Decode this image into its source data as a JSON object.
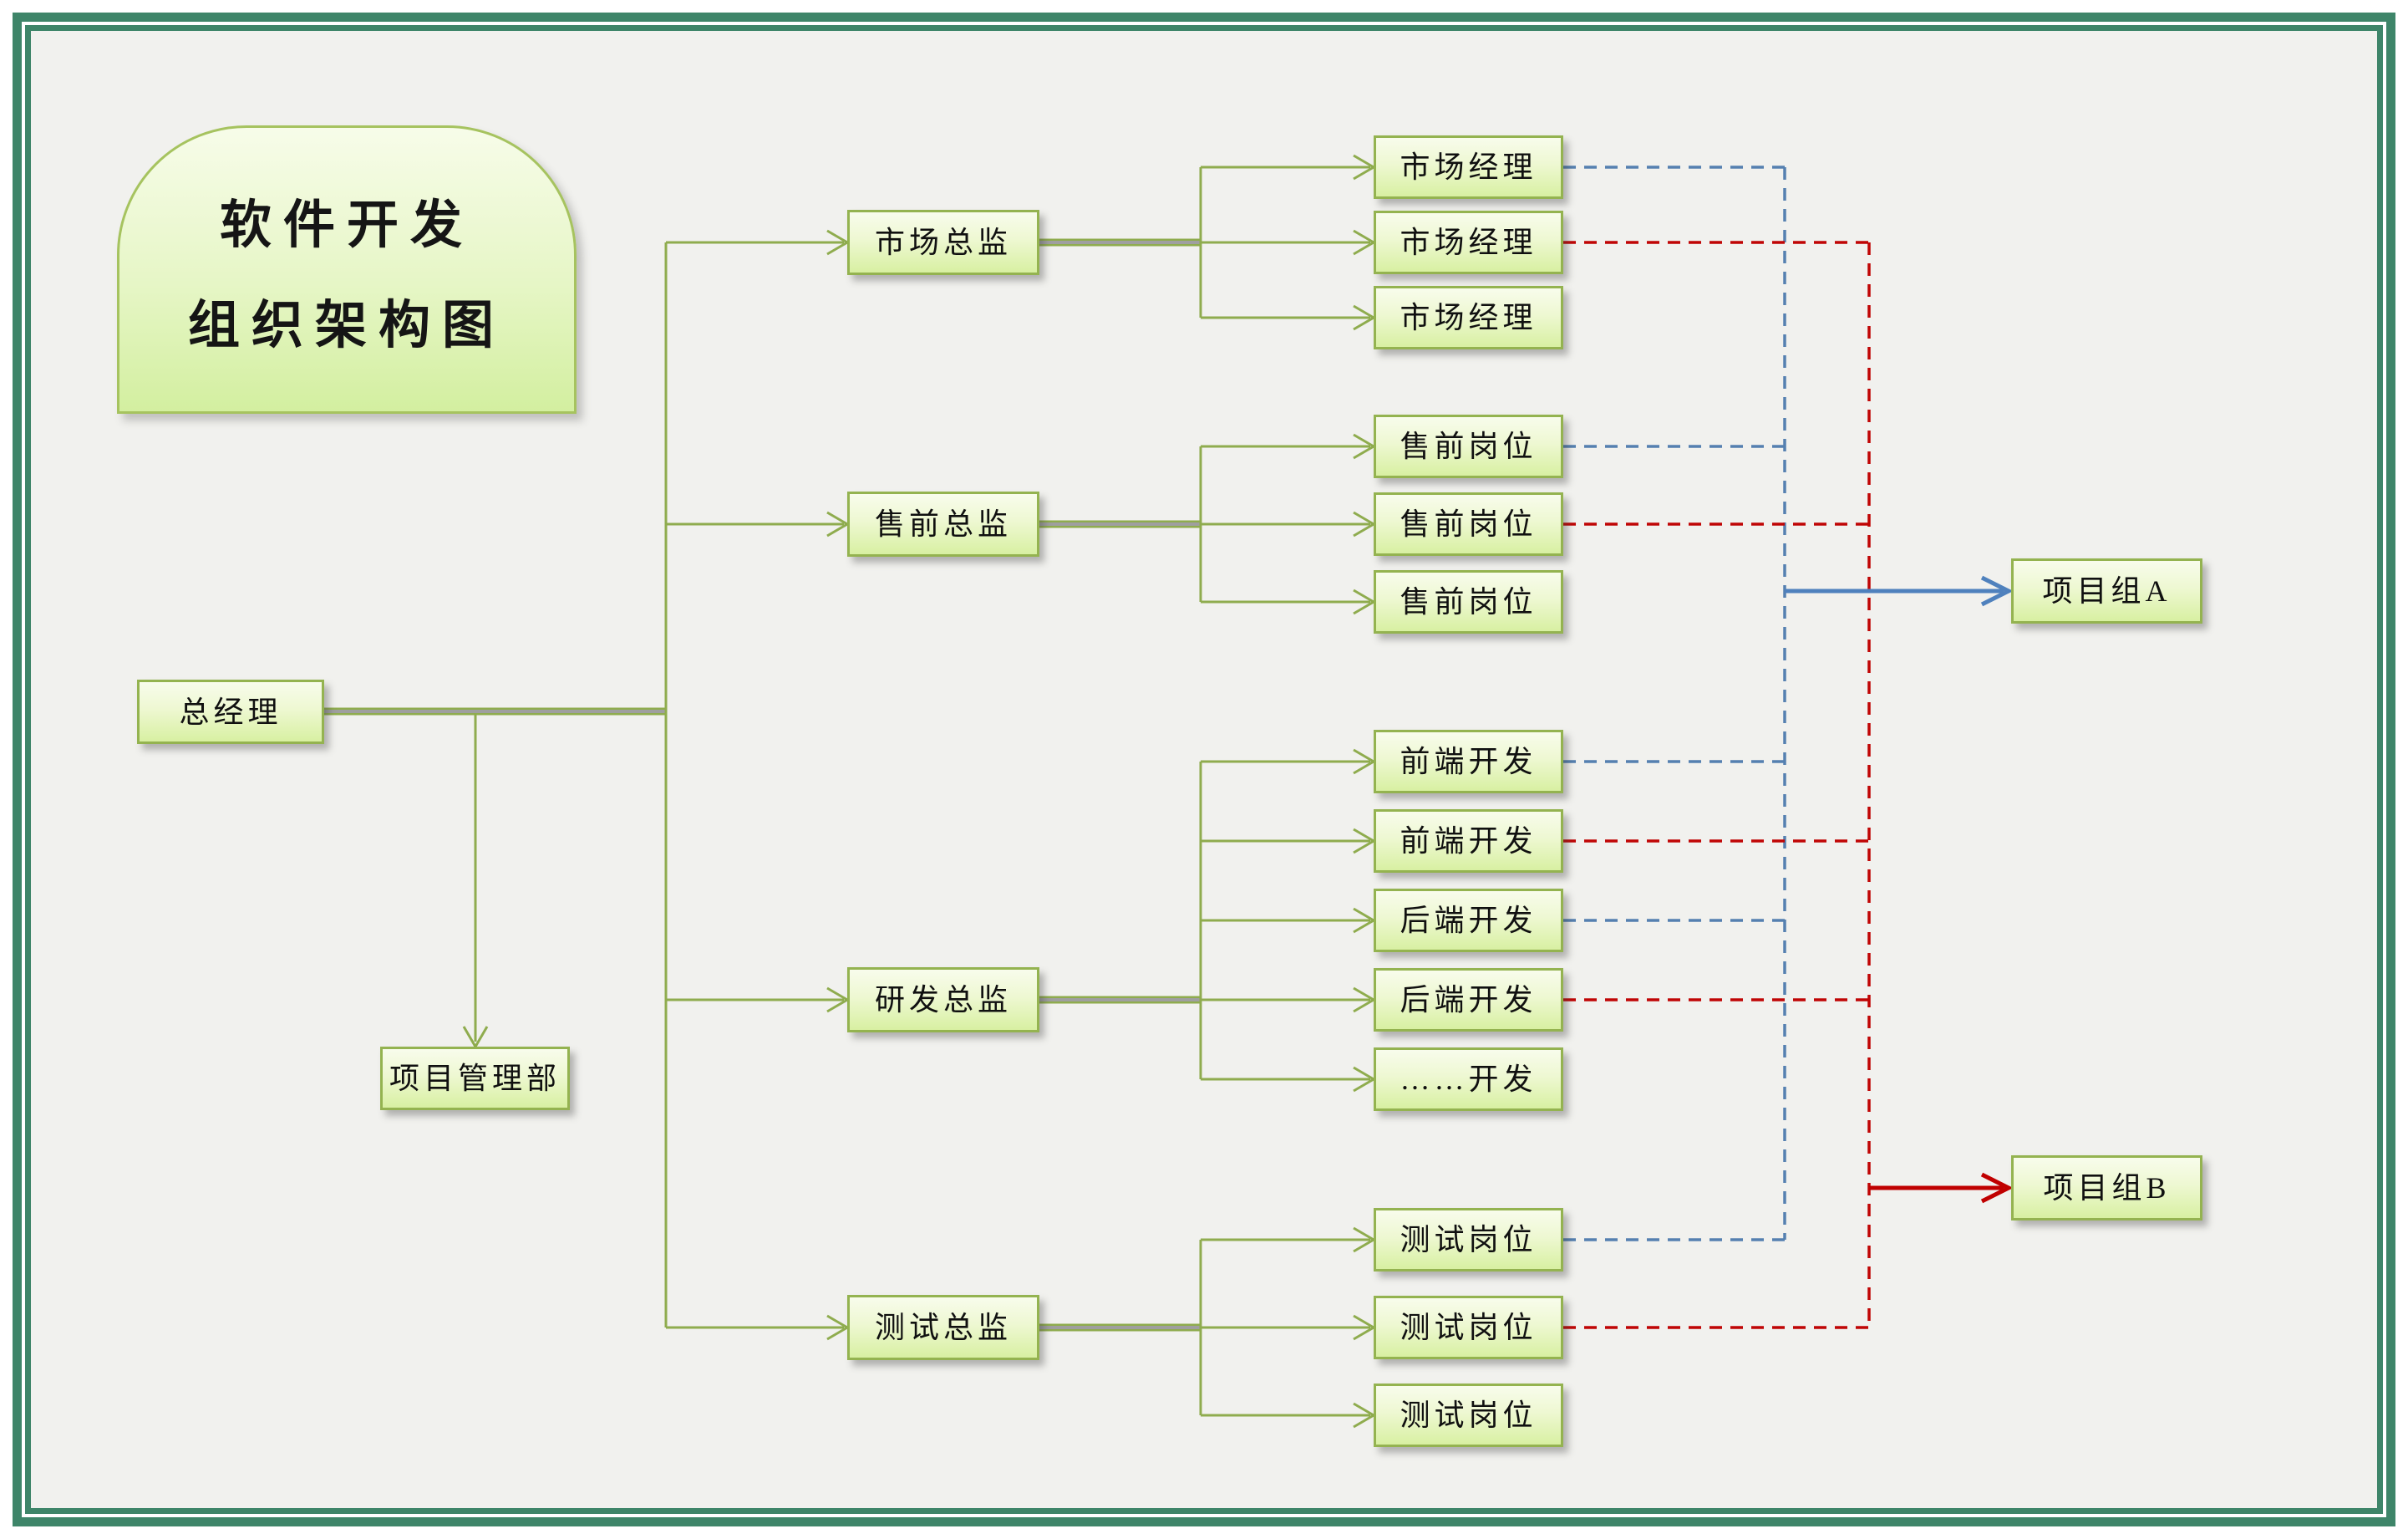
{
  "title": {
    "line1": "软件开发",
    "line2": "组织架构图"
  },
  "org": {
    "ceo": "总经理",
    "staff_department": "项目管理部",
    "groups": [
      {
        "director": "市场总监",
        "children": [
          "市场经理",
          "市场经理",
          "市场经理"
        ]
      },
      {
        "director": "售前总监",
        "children": [
          "售前岗位",
          "售前岗位",
          "售前岗位"
        ]
      },
      {
        "director": "研发总监",
        "children": [
          "前端开发",
          "前端开发",
          "后端开发",
          "后端开发",
          "……开发"
        ]
      },
      {
        "director": "测试总监",
        "children": [
          "测试岗位",
          "测试岗位",
          "测试岗位"
        ]
      }
    ],
    "project_groups": [
      "项目组A",
      "项目组B"
    ]
  },
  "colors": {
    "frame_green": "#3e8569",
    "canvas_background": "#f1f1ee",
    "box_border_green": "#94b350",
    "box_fill_top": "#f8fcec",
    "box_fill_bottom": "#d8f0a2",
    "connector_green": "#8fac4e",
    "connector_gray_core": "#9f9f9f",
    "dashed_blue": "#5580b0",
    "dashed_red": "#c00505",
    "solid_arrow_blue": "#4f81bd",
    "solid_arrow_red": "#c00000",
    "text_color": "#101010"
  }
}
